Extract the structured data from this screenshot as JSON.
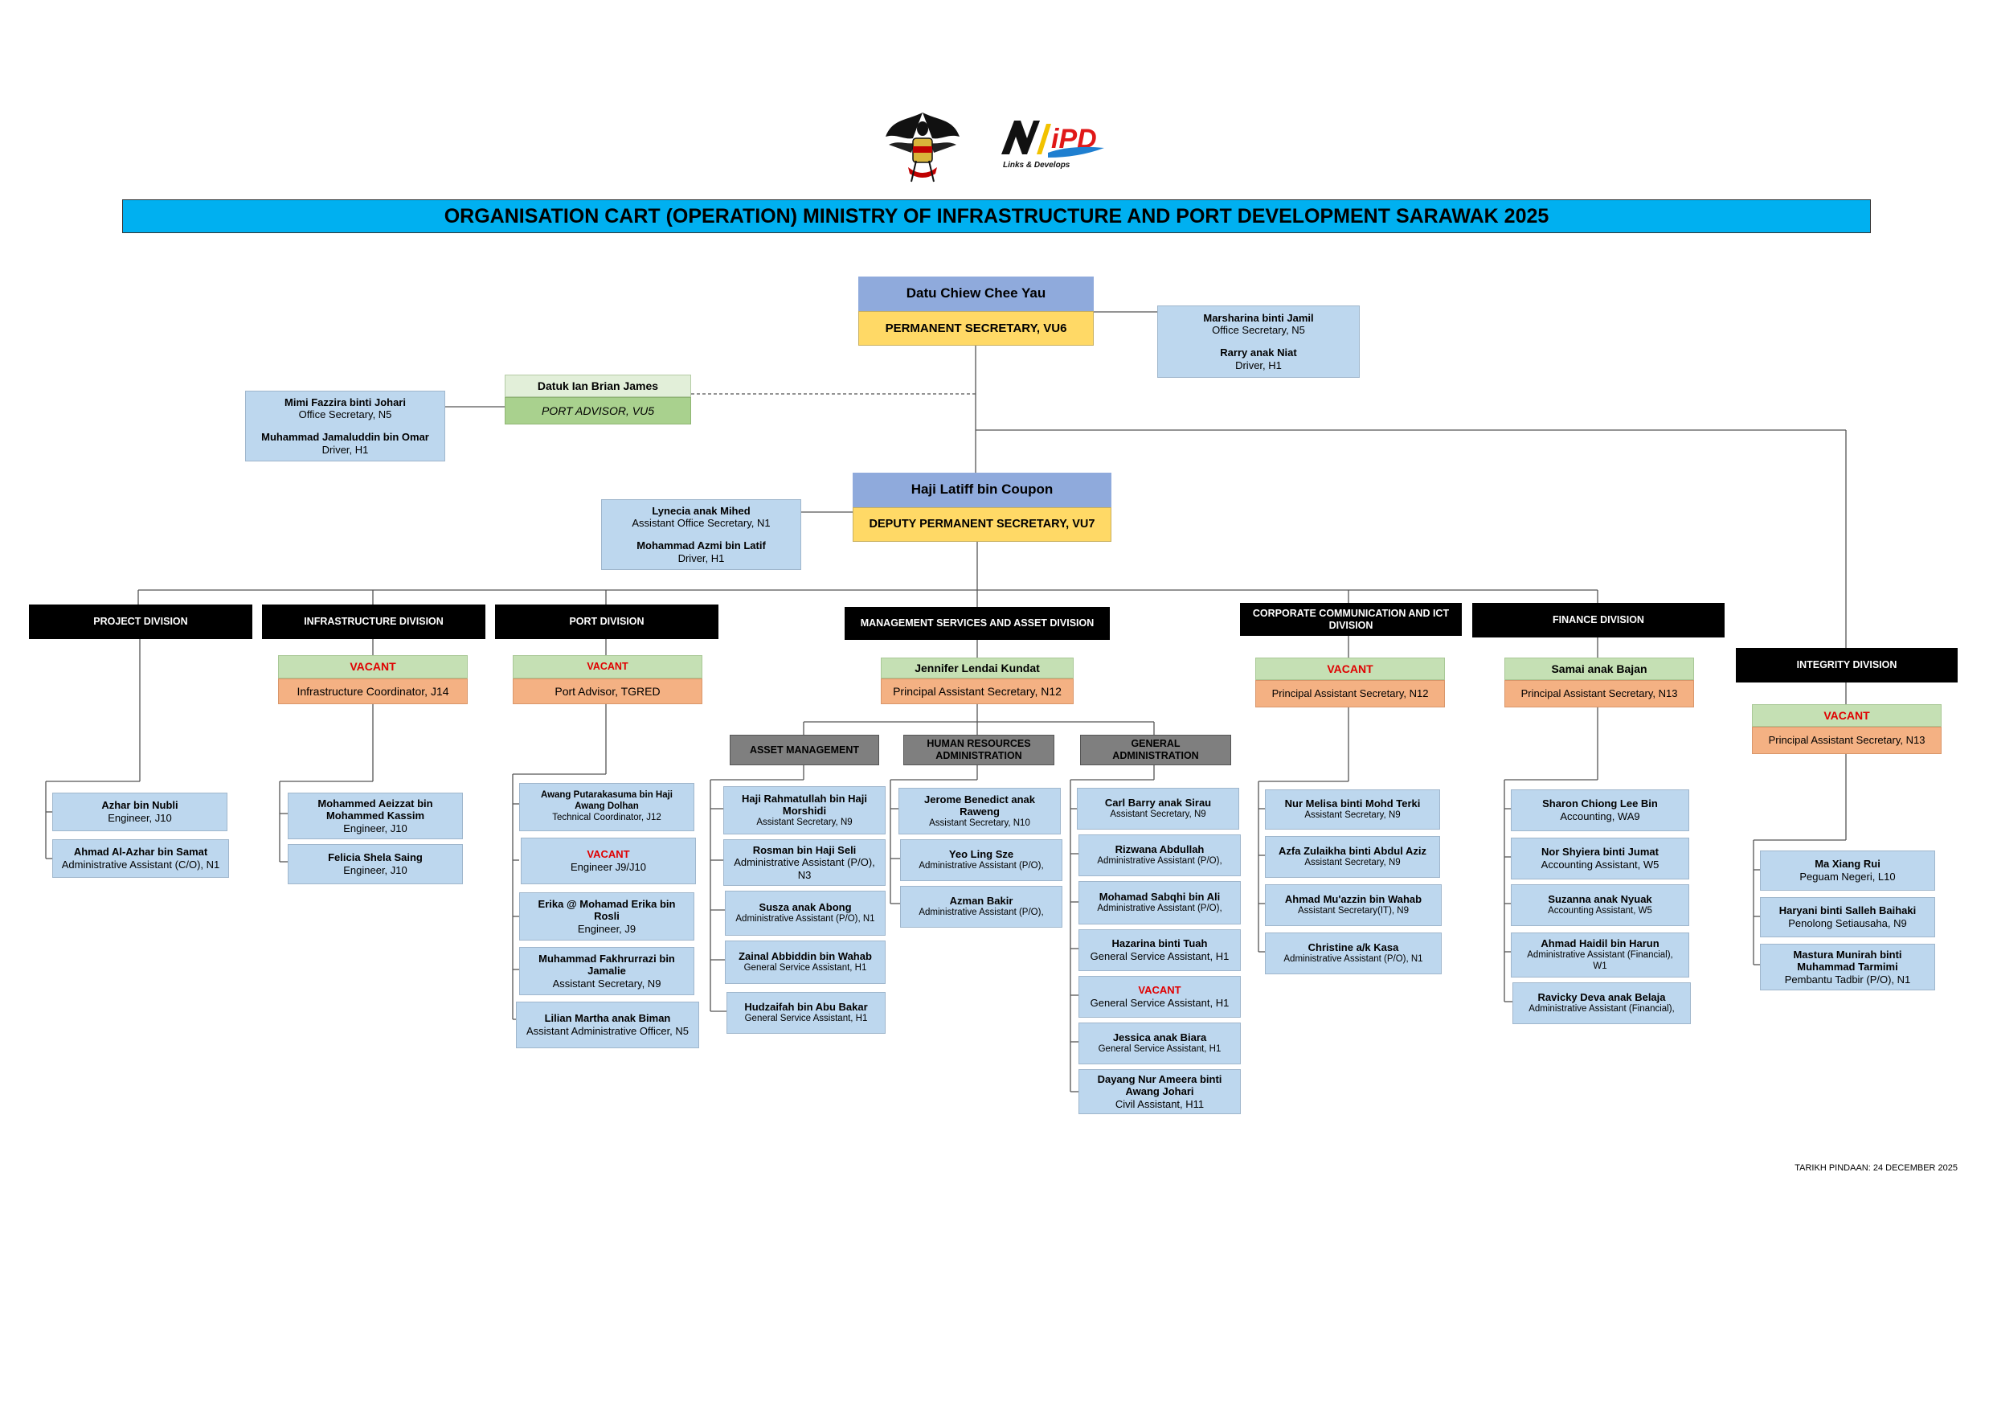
{
  "title": "ORGANISATION  CART (OPERATION) MINISTRY OF INFRASTRUCTURE AND PORT DEVELOPMENT SARAWAK 2025",
  "logos": {
    "left": "sarawak-coat-of-arms",
    "right": "MIPD",
    "right_tagline": "Links & Develops"
  },
  "permanent_secretary": {
    "name": "Datu Chiew Chee Yau",
    "post": "PERMANENT SECRETARY, VU6"
  },
  "ps_staff": [
    {
      "name": "Marsharina binti Jamil",
      "post": "Office Secretary, N5"
    },
    {
      "name": "Rarry anak Niat",
      "post": "Driver, H1"
    }
  ],
  "port_advisor": {
    "name": "Datuk Ian Brian James",
    "post": "PORT ADVISOR, VU5"
  },
  "advisor_staff": [
    {
      "name": "Mimi Fazzira binti Johari",
      "post": "Office Secretary, N5"
    },
    {
      "name": "Muhammad Jamaluddin bin Omar",
      "post": "Driver, H1"
    }
  ],
  "deputy": {
    "name": "Haji Latiff bin Coupon",
    "post": "DEPUTY PERMANENT SECRETARY, VU7"
  },
  "deputy_staff": [
    {
      "name": "Lynecia anak Mihed",
      "post": "Assistant Office Secretary, N1"
    },
    {
      "name": "Mohammad Azmi bin Latif",
      "post": "Driver, H1"
    }
  ],
  "project": {
    "title": "PROJECT DIVISION",
    "staff": [
      {
        "name": "Azhar bin Nubli",
        "post": "Engineer, J10"
      },
      {
        "name": "Ahmad Al-Azhar bin Samat",
        "post": "Administrative Assistant (C/O), N1"
      }
    ]
  },
  "infrastructure": {
    "title": "INFRASTRUCTURE DIVISION",
    "head_name": "VACANT",
    "head_post": "Infrastructure Coordinator, J14",
    "staff": [
      {
        "name": "Mohammed Aeizzat bin Mohammed Kassim",
        "post": "Engineer, J10"
      },
      {
        "name": "Felicia Shela Saing",
        "post": "Engineer, J10"
      }
    ]
  },
  "port": {
    "title": "PORT DIVISION",
    "head_name": "VACANT",
    "head_post": "Port Advisor, TGRED",
    "staff": [
      {
        "name": "Awang Putarakasuma bin Haji Awang Dolhan",
        "post": "Technical Coordinator, J12"
      },
      {
        "name": "VACANT",
        "post": "Engineer J9/J10"
      },
      {
        "name": "Erika @ Mohamad Erika bin Rosli",
        "post": "Engineer, J9"
      },
      {
        "name": "Muhammad Fakhrurrazi bin Jamalie",
        "post": "Assistant Secretary, N9"
      },
      {
        "name": "Lilian Martha anak Biman",
        "post": "Assistant Administrative Officer, N5"
      }
    ]
  },
  "management": {
    "title": "MANAGEMENT SERVICES AND ASSET DIVISION",
    "head_name": "Jennifer Lendai Kundat",
    "head_post": "Principal Assistant Secretary, N12",
    "units": {
      "asset": {
        "title": "ASSET MANAGEMENT",
        "staff": [
          {
            "name": "Haji Rahmatullah bin Haji Morshidi",
            "post": "Assistant Secretary, N9"
          },
          {
            "name": "Rosman bin Haji Seli",
            "post": "Administrative Assistant  (P/O), N3"
          },
          {
            "name": "Susza anak Abong",
            "post": "Administrative Assistant  (P/O), N1"
          },
          {
            "name": "Zainal Abbiddin bin Wahab",
            "post": "General Service Assistant, H1"
          },
          {
            "name": "Hudzaifah bin Abu Bakar",
            "post": "General Service Assistant, H1"
          }
        ]
      },
      "hr": {
        "title": "HUMAN RESOURCES ADMINISTRATION",
        "staff": [
          {
            "name": "Jerome Benedict anak Raweng",
            "post": "Assistant Secretary, N10"
          },
          {
            "name": "Yeo Ling Sze",
            "post": "Administrative Assistant  (P/O),"
          },
          {
            "name": "Azman Bakir",
            "post": "Administrative Assistant  (P/O),"
          }
        ]
      },
      "general": {
        "title": "GENERAL ADMINISTRATION",
        "staff": [
          {
            "name": "Carl Barry anak Sirau",
            "post": "Assistant Secretary, N9"
          },
          {
            "name": "Rizwana Abdullah",
            "post": "Administrative Assistant  (P/O),"
          },
          {
            "name": "Mohamad Sabqhi bin Ali",
            "post": "Administrative Assistant  (P/O),"
          },
          {
            "name": "Hazarina binti Tuah",
            "post": "General Service Assistant, H1"
          },
          {
            "name": "VACANT",
            "post": "General Service Assistant, H1"
          },
          {
            "name": "Jessica anak Biara",
            "post": "General Service Assistant, H1"
          },
          {
            "name": "Dayang Nur Ameera binti Awang Johari",
            "post": "Civil Assistant, H11"
          }
        ]
      }
    }
  },
  "corporate": {
    "title": "CORPORATE COMMUNICATION AND ICT DIVISION",
    "head_name": "VACANT",
    "head_post": "Principal Assistant Secretary, N12",
    "staff": [
      {
        "name": "Nur Melisa binti Mohd Terki",
        "post": "Assistant Secretary, N9"
      },
      {
        "name": "Azfa Zulaikha binti Abdul Aziz",
        "post": "Assistant Secretary, N9"
      },
      {
        "name": "Ahmad Mu'azzin bin Wahab",
        "post": "Assistant Secretary(IT), N9"
      },
      {
        "name": "Christine a/k Kasa",
        "post": "Administrative Assistant  (P/O), N1"
      }
    ]
  },
  "finance": {
    "title": "FINANCE DIVISION",
    "head_name": "Samai anak Bajan",
    "head_post": "Principal Assistant Secretary, N13",
    "staff": [
      {
        "name": "Sharon Chiong Lee Bin",
        "post": "Accounting, WA9"
      },
      {
        "name": "Nor Shyiera binti Jumat",
        "post": "Accounting Assistant, W5"
      },
      {
        "name": "Suzanna anak Nyuak",
        "post": "Accounting Assistant, W5"
      },
      {
        "name": "Ahmad Haidil bin Harun",
        "post": "Administrative Assistant (Financial), W1"
      },
      {
        "name": "Ravicky Deva anak Belaja",
        "post": "Administrative Assistant (Financial),"
      }
    ]
  },
  "integrity": {
    "title": "INTEGRITY DIVISION",
    "head_name": "VACANT",
    "head_post": "Principal Assistant Secretary, N13",
    "staff": [
      {
        "name": "Ma Xiang Rui",
        "post": "Peguam Negeri, L10"
      },
      {
        "name": "Haryani binti Salleh Baihaki",
        "post": "Penolong Setiausaha, N9"
      },
      {
        "name": "Mastura Munirah binti Muhammad Tarmimi",
        "post": "Pembantu Tadbir (P/O), N1"
      }
    ]
  },
  "footer": "TARIKH PINDAAN: 24 DECEMBER 2025"
}
